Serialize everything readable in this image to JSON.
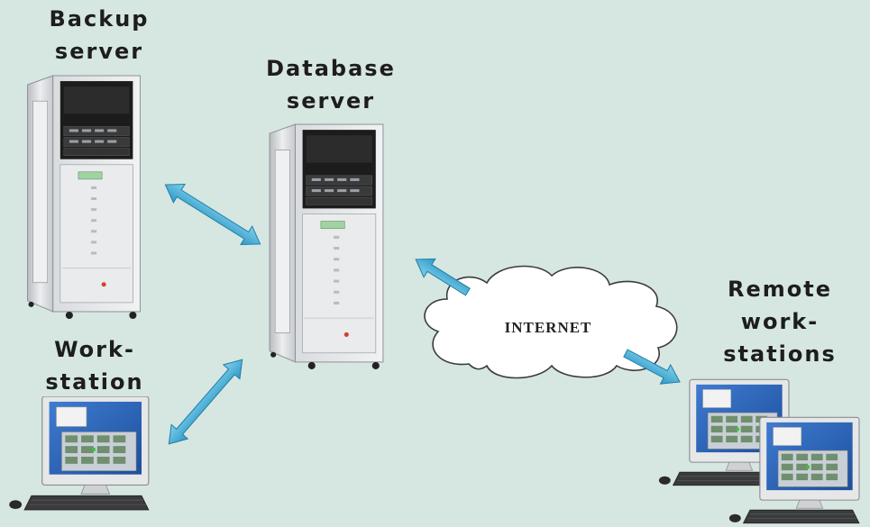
{
  "labels": {
    "backup_server": [
      "Backup",
      "server"
    ],
    "database_server": [
      "Database",
      "server"
    ],
    "workstation": [
      "Work-",
      "station"
    ],
    "remote_workstations": [
      "Remote",
      "work-",
      "stations"
    ]
  },
  "cloud": {
    "text": "INTERNET"
  },
  "colors": {
    "background": "#d6e6e0",
    "arrow": "#3aa8d0",
    "rack_light": "#e4e6e8",
    "rack_dark": "#1a1a1a",
    "screen": "#2a5fb0"
  },
  "icons": [
    "rack-server-icon",
    "cloud-icon",
    "desktop-computer-icon",
    "double-arrow-icon"
  ]
}
